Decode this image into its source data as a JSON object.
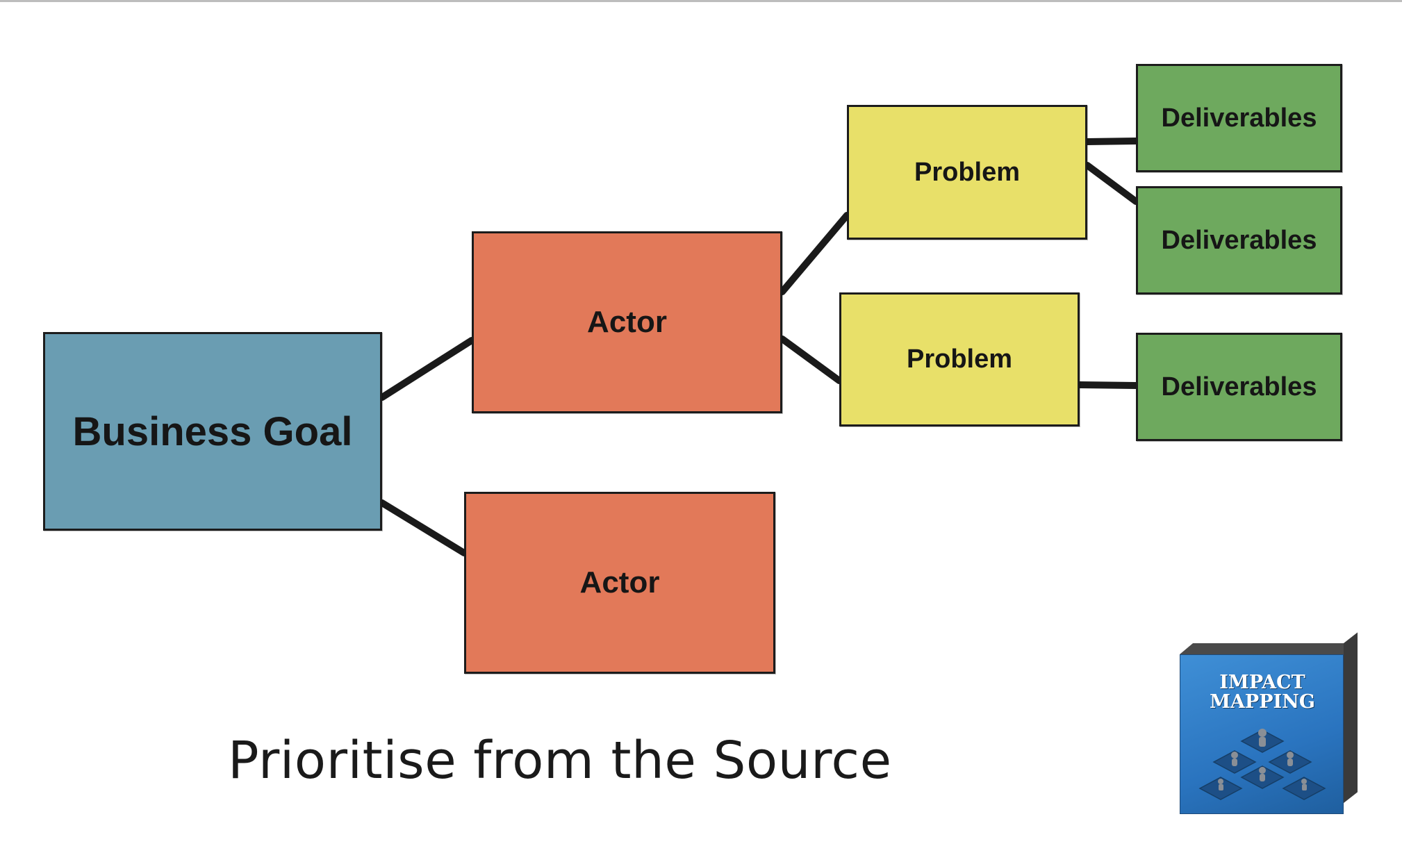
{
  "diagram": {
    "goal": {
      "label": "Business Goal",
      "color": "#6a9db2"
    },
    "actors": [
      {
        "label": "Actor",
        "color": "#e27959"
      },
      {
        "label": "Actor",
        "color": "#e27959"
      }
    ],
    "problems": [
      {
        "label": "Problem",
        "color": "#e8e069"
      },
      {
        "label": "Problem",
        "color": "#e8e069"
      }
    ],
    "deliverables": [
      {
        "label": "Deliverables",
        "color": "#6ea95e"
      },
      {
        "label": "Deliverables",
        "color": "#6ea95e"
      },
      {
        "label": "Deliverables",
        "color": "#6ea95e"
      }
    ],
    "edges": [
      [
        "goal",
        "actor-1"
      ],
      [
        "goal",
        "actor-2"
      ],
      [
        "actor-1",
        "problem-1"
      ],
      [
        "actor-1",
        "problem-2"
      ],
      [
        "problem-1",
        "deliverable-1"
      ],
      [
        "problem-1",
        "deliverable-2"
      ],
      [
        "problem-2",
        "deliverable-3"
      ]
    ]
  },
  "caption": "Prioritise from the Source",
  "book": {
    "title_line1": "IMPACT",
    "title_line2": "MAPPING",
    "cover_color": "#2a74bf"
  }
}
